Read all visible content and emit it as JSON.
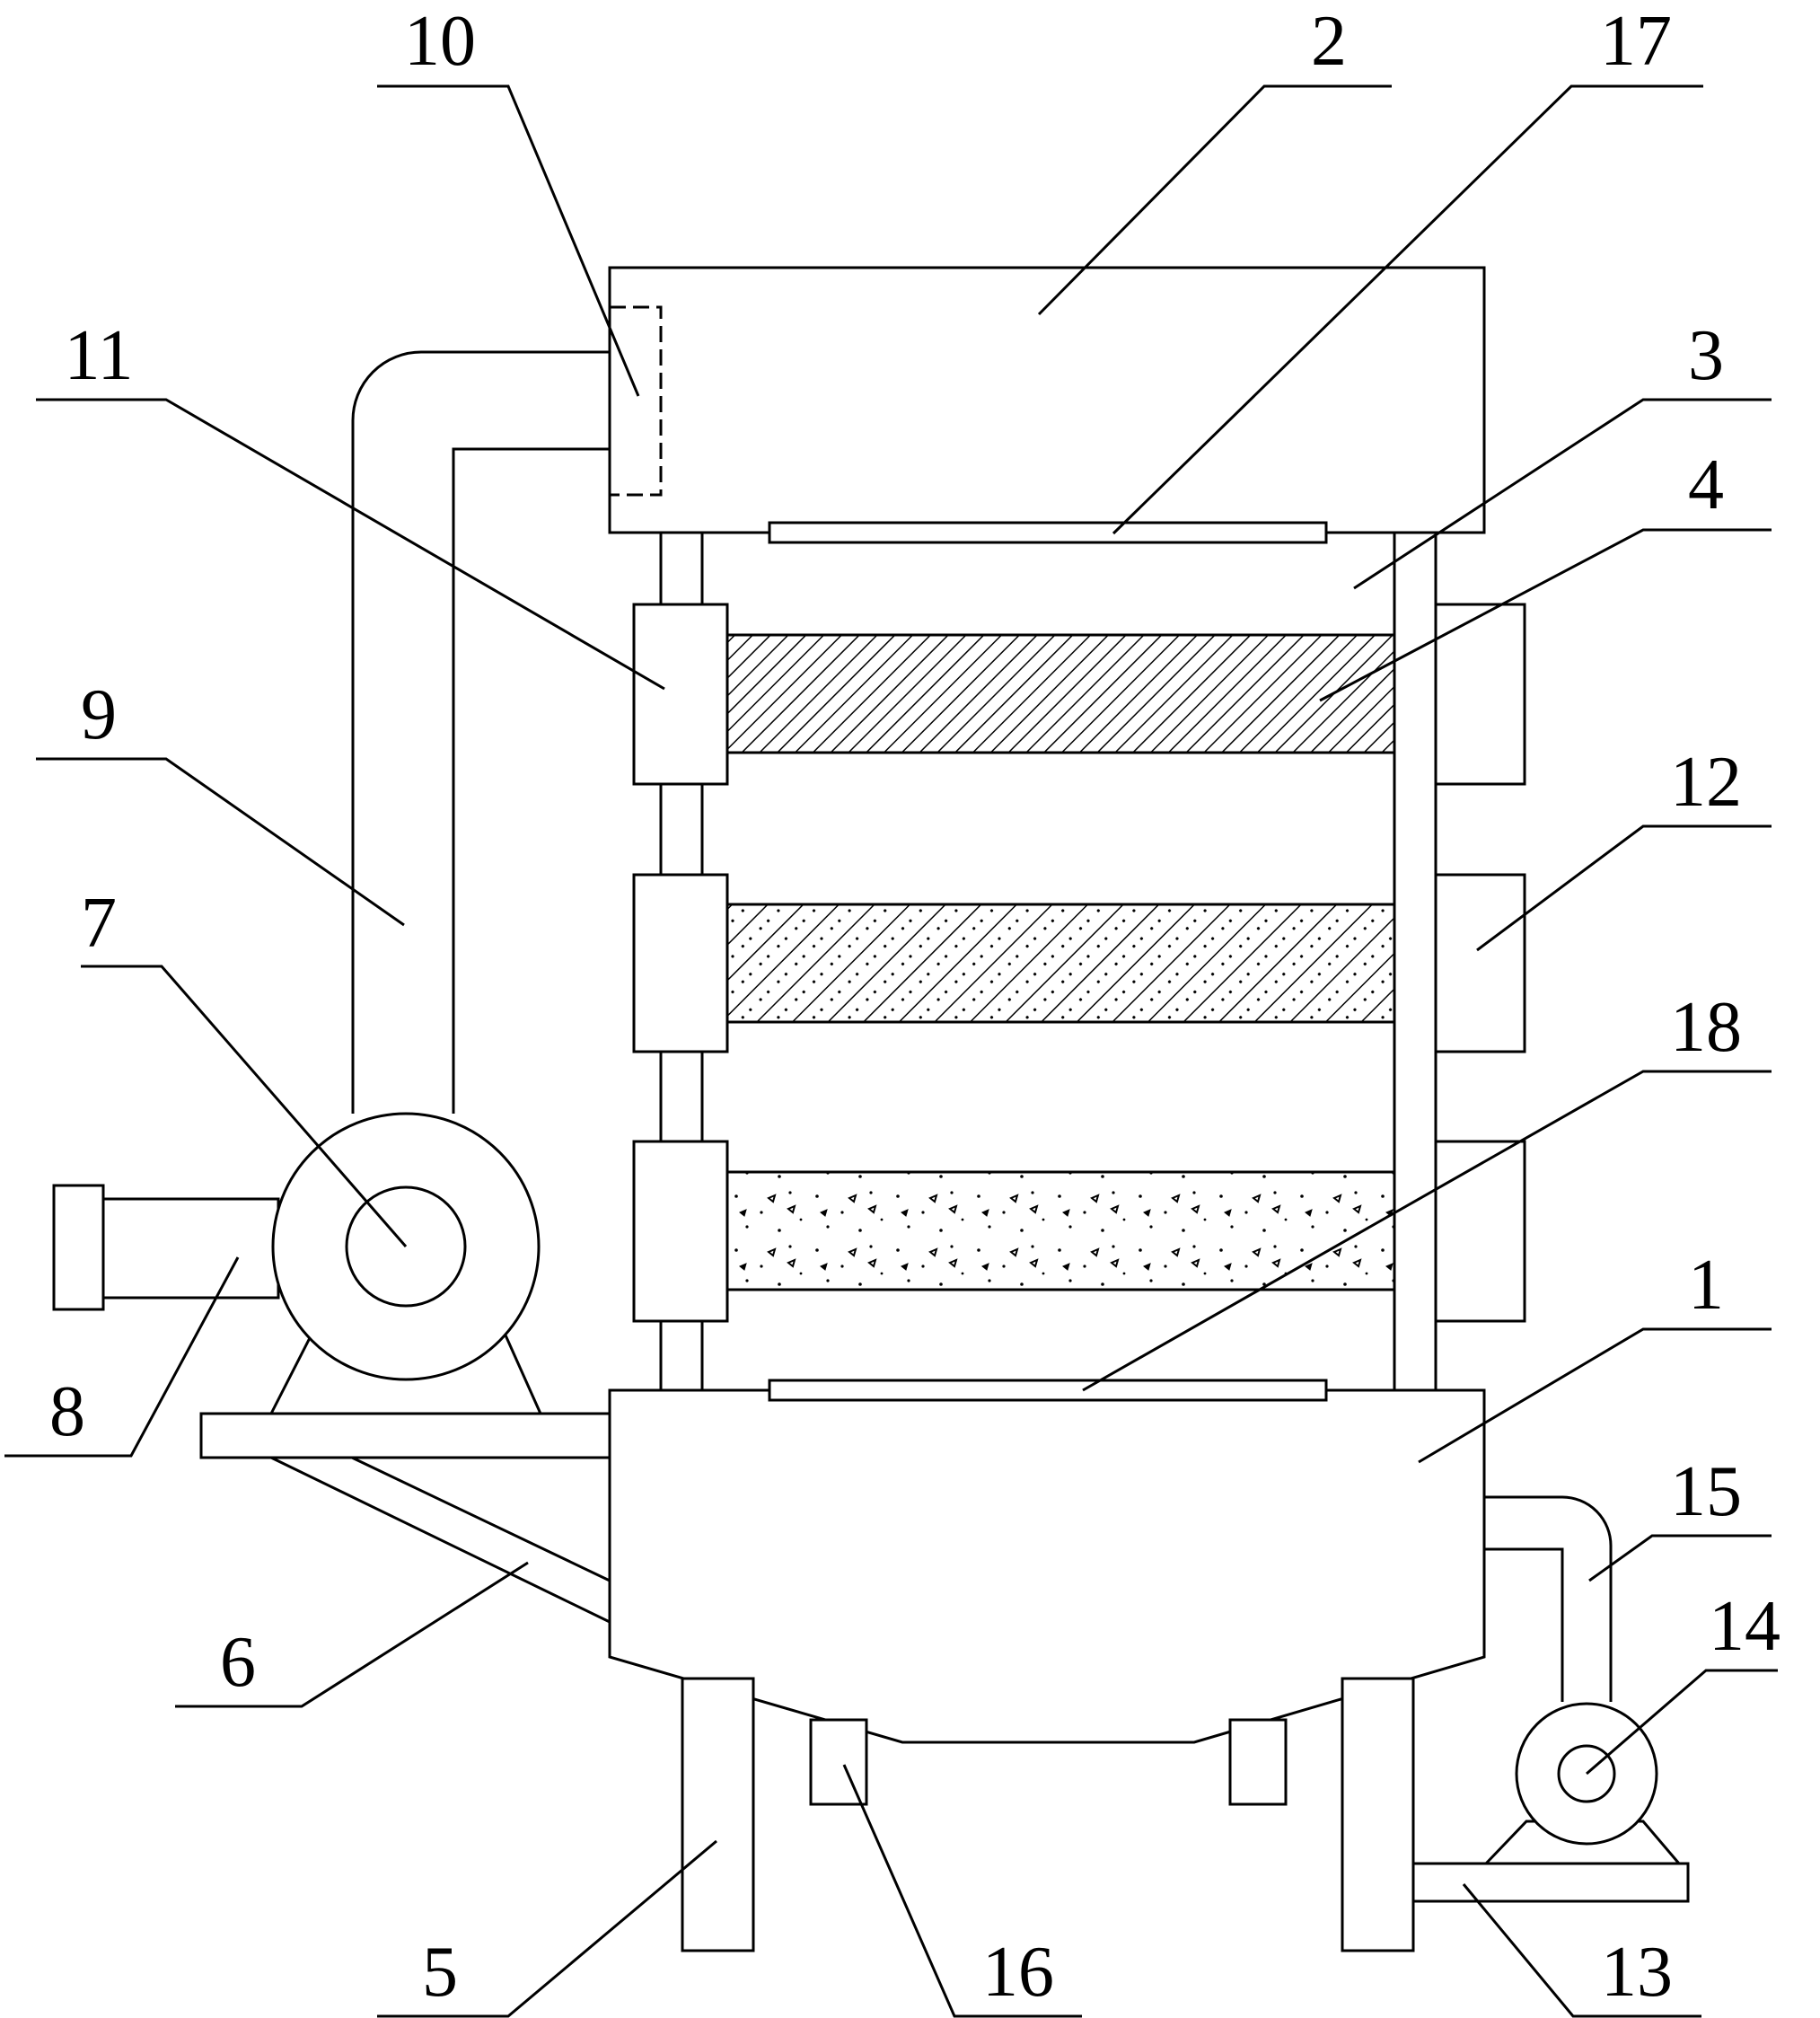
{
  "labels": {
    "n1": "1",
    "n2": "2",
    "n3": "3",
    "n4": "4",
    "n5": "5",
    "n6": "6",
    "n7": "7",
    "n8": "8",
    "n9": "9",
    "n10": "10",
    "n11": "11",
    "n12": "12",
    "n13": "13",
    "n14": "14",
    "n15": "15",
    "n16": "16",
    "n17": "17",
    "n18": "18"
  },
  "colors": {
    "line": "#000000",
    "background": "#ffffff"
  }
}
